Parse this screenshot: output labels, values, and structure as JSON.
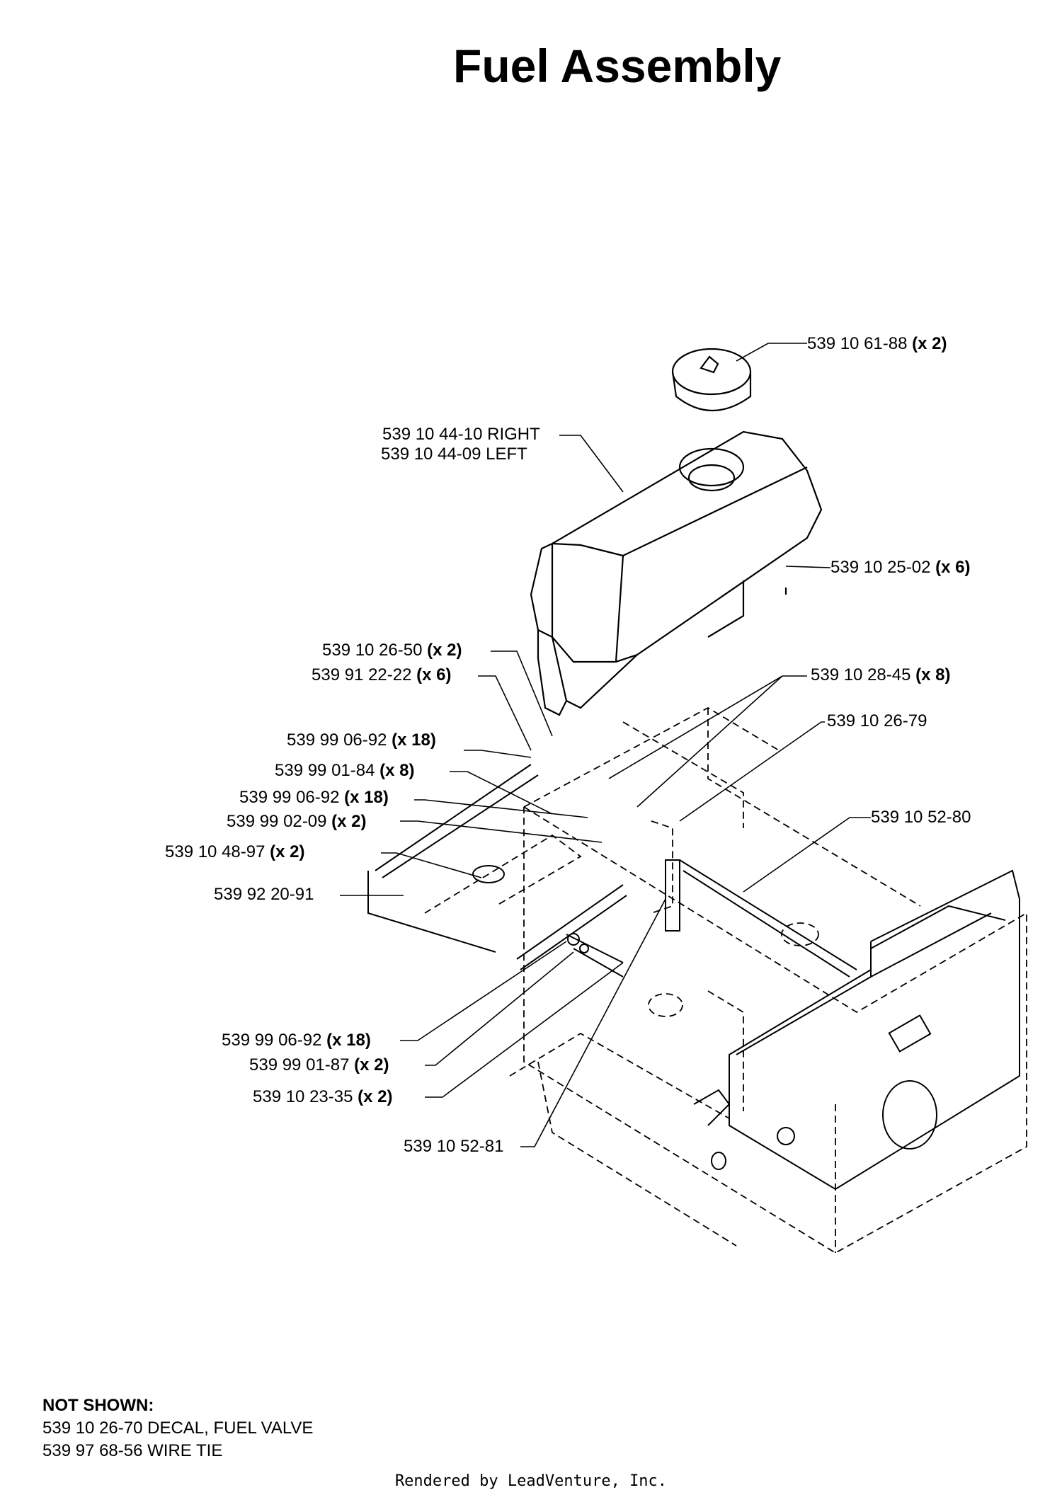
{
  "title": "Fuel Assembly",
  "labels": {
    "fuel_cap": {
      "part": "539 10 61-88",
      "qty": "(x 2)"
    },
    "fuel_tank_right": "539 10 44-10 RIGHT",
    "fuel_tank_left": "539 10 44-09 LEFT",
    "stud": {
      "part": "539 10 25-02",
      "qty": "(x 6)"
    },
    "l_26_50": {
      "part": "539 10 26-50",
      "qty": "(x 2)"
    },
    "l_91_22_22": {
      "part": "539 91 22-22",
      "qty": "(x 6)"
    },
    "l_28_45": {
      "part": "539 10 28-45",
      "qty": "(x 8)"
    },
    "l_26_79": {
      "part": "539 10 26-79",
      "qty": ""
    },
    "l_99_06_92_a": {
      "part": "539 99 06-92",
      "qty": "(x 18)"
    },
    "l_99_01_84": {
      "part": "539 99 01-84",
      "qty": "(x 8)"
    },
    "l_99_06_92_b": {
      "part": "539 99 06-92",
      "qty": "(x 18)"
    },
    "l_99_02_09": {
      "part": "539 99 02-09",
      "qty": "(x 2)"
    },
    "l_52_80": {
      "part": "539 10 52-80",
      "qty": ""
    },
    "l_48_97": {
      "part": "539 10 48-97",
      "qty": "(x 2)"
    },
    "l_92_20_91": {
      "part": "539 92 20-91",
      "qty": ""
    },
    "l_99_06_92_c": {
      "part": "539 99 06-92",
      "qty": "(x 18)"
    },
    "l_99_01_87": {
      "part": "539 99 01-87",
      "qty": "(x 2)"
    },
    "l_23_35": {
      "part": "539 10 23-35",
      "qty": "(x 2)"
    },
    "l_52_81": {
      "part": "539 10 52-81",
      "qty": ""
    }
  },
  "not_shown": {
    "header": "NOT SHOWN:",
    "items": [
      "539 10 26-70  DECAL, FUEL VALVE",
      "539 97 68-56  WIRE TIE"
    ]
  },
  "footer": "Rendered by LeadVenture, Inc."
}
